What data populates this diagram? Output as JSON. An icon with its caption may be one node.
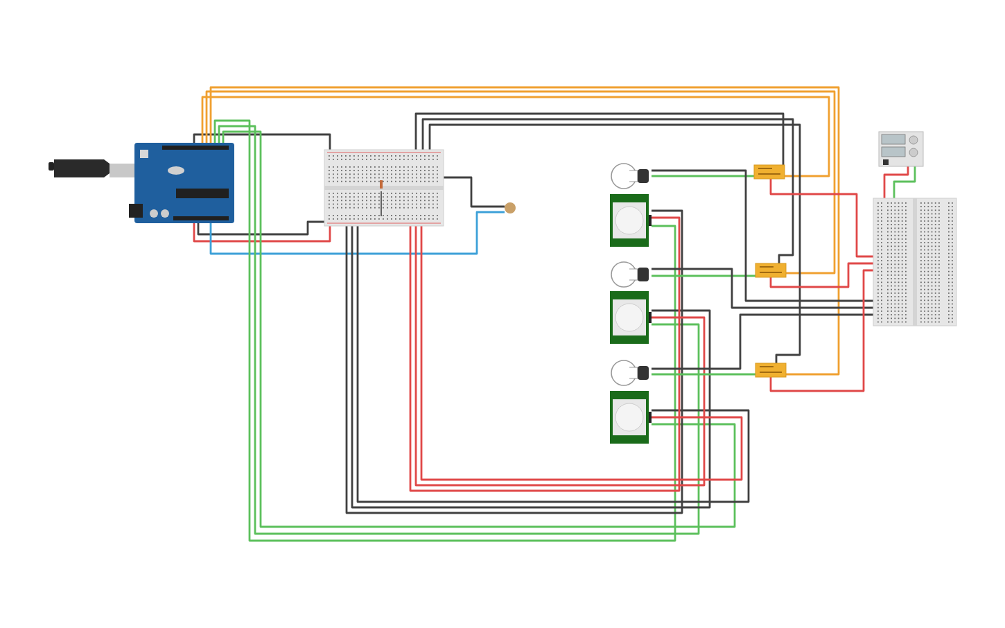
{
  "diagram": {
    "nodes": [
      {
        "text": [],
        "shape": "picture"
      },
      {
        "text": [],
        "shape": "picture"
      },
      {
        "text": [],
        "shape": "circle"
      },
      {
        "text": [],
        "shape": "picture"
      },
      {
        "text": [],
        "shape": "picture"
      },
      {
        "text": [],
        "shape": "picture"
      },
      {
        "text": [],
        "shape": "picture"
      },
      {
        "text": [],
        "shape": "picture"
      },
      {
        "text": [],
        "shape": "picture"
      },
      {
        "text": [],
        "shape": "picture"
      },
      {
        "text": [],
        "shape": "picture"
      },
      {
        "text": [],
        "shape": "picture"
      },
      {
        "text": [],
        "shape": "picture"
      },
      {
        "text": [],
        "shape": "picture"
      }
    ],
    "edges": [
      {
        "from": 0,
        "to": 1,
        "arrow": "none"
      },
      {
        "from": 0,
        "to": 1,
        "arrow": "none",
        "color": "#e04848"
      },
      {
        "from": 0,
        "to": 1,
        "arrow": "none"
      },
      {
        "from": 0,
        "to": 2,
        "arrow": "none",
        "color": "#3ca0d8"
      },
      {
        "from": 0,
        "to": 9,
        "arrow": "none",
        "color": "#f0a030"
      },
      {
        "from": 0,
        "to": 10,
        "arrow": "none",
        "color": "#f0a030"
      },
      {
        "from": 0,
        "to": 11,
        "arrow": "none",
        "color": "#f0a030"
      },
      {
        "from": 0,
        "to": 4,
        "arrow": "none",
        "color": "#5cc05c"
      },
      {
        "from": 0,
        "to": 6,
        "arrow": "none",
        "color": "#5cc05c"
      },
      {
        "from": 0,
        "to": 8,
        "arrow": "none",
        "color": "#5cc05c"
      },
      {
        "from": 1,
        "to": 2,
        "arrow": "none"
      },
      {
        "from": 1,
        "to": 9,
        "arrow": "none"
      },
      {
        "from": 1,
        "to": 10,
        "arrow": "none"
      },
      {
        "from": 1,
        "to": 11,
        "arrow": "none"
      },
      {
        "from": 1,
        "to": 4,
        "arrow": "none"
      },
      {
        "from": 1,
        "to": 6,
        "arrow": "none"
      },
      {
        "from": 1,
        "to": 8,
        "arrow": "none"
      },
      {
        "from": 1,
        "to": 4,
        "arrow": "none",
        "color": "#e04848"
      },
      {
        "from": 1,
        "to": 6,
        "arrow": "none",
        "color": "#e04848"
      },
      {
        "from": 1,
        "to": 8,
        "arrow": "none",
        "color": "#e04848"
      },
      {
        "from": 3,
        "to": 9,
        "arrow": "none",
        "color": "#5cc05c"
      },
      {
        "from": 5,
        "to": 10,
        "arrow": "none",
        "color": "#5cc05c"
      },
      {
        "from": 7,
        "to": 11,
        "arrow": "none",
        "color": "#5cc05c"
      },
      {
        "from": 3,
        "to": 13,
        "arrow": "none"
      },
      {
        "from": 5,
        "to": 13,
        "arrow": "none"
      },
      {
        "from": 7,
        "to": 13,
        "arrow": "none"
      },
      {
        "from": 9,
        "to": 13,
        "arrow": "none",
        "color": "#e04848"
      },
      {
        "from": 10,
        "to": 13,
        "arrow": "none",
        "color": "#e04848"
      },
      {
        "from": 11,
        "to": 13,
        "arrow": "none",
        "color": "#e04848"
      },
      {
        "from": 12,
        "to": 13,
        "arrow": "none",
        "color": "#e04848"
      },
      {
        "from": 12,
        "to": 13,
        "arrow": "none",
        "color": "#5cc05c"
      }
    ]
  }
}
